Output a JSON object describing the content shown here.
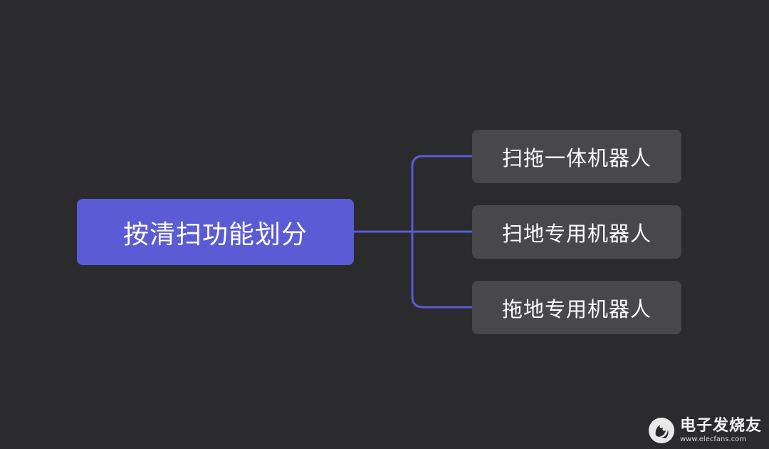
{
  "diagram": {
    "root": {
      "label": "按清扫功能划分"
    },
    "children": [
      {
        "label": "扫拖一体机器人"
      },
      {
        "label": "扫地专用机器人"
      },
      {
        "label": "拖地专用机器人"
      }
    ]
  },
  "watermark": {
    "name": "电子发烧友",
    "url": "www.elecfans.com"
  },
  "colors": {
    "background": "#2b2a2d",
    "root_fill": "#5b5bd6",
    "child_fill": "#48474c",
    "connector": "#5b5bd6",
    "text": "#ffffff"
  }
}
